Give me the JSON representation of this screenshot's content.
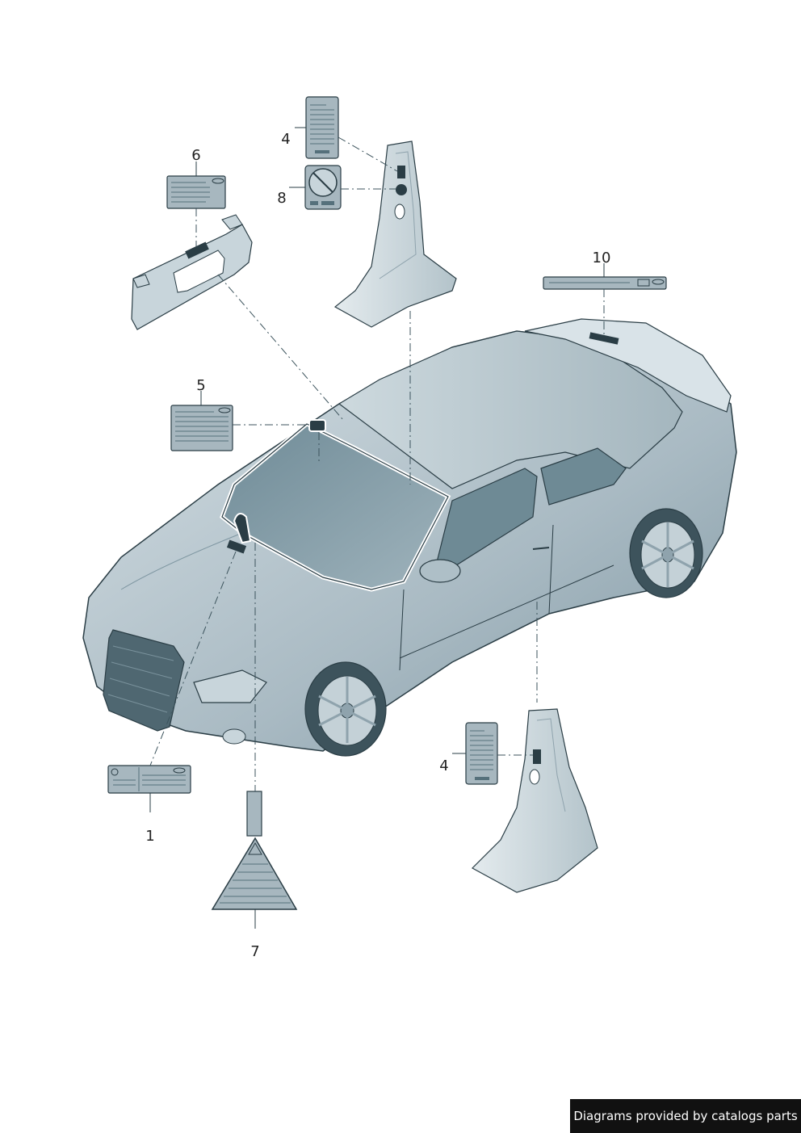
{
  "callouts": {
    "c1": "1",
    "c4a": "4",
    "c4b": "4",
    "c5": "5",
    "c6": "6",
    "c7": "7",
    "c8": "8",
    "c10": "10"
  },
  "footer": {
    "text": "Diagrams provided by catalogs parts"
  },
  "colors": {
    "car_body": "#b9c7cf",
    "car_dark": "#5f7a86",
    "label_fill": "#9fb1ba",
    "outline": "#2a3d45"
  }
}
